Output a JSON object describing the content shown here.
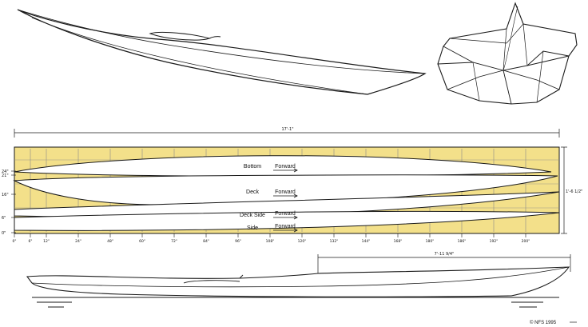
{
  "panel_labels": {
    "bottom": "Bottom",
    "deck": "Deck",
    "deck_side": "Deck Side",
    "side": "Side",
    "forward": "Forward"
  },
  "dimensions": {
    "overall_length": "17'-1\"",
    "overall_height": "1'-6 1/2\"",
    "station_length": "7'-11 9/4\""
  },
  "left_ticks": [
    "24\"",
    "21\"",
    "16\"",
    "6\"",
    "0\""
  ],
  "bottom_ticks": [
    "0\"",
    "6\"",
    "12\"",
    "24\"",
    "48\"",
    "60\"",
    "72\"",
    "84\"",
    "96\"",
    "108\"",
    "120\"",
    "132\"",
    "144\"",
    "168\"",
    "180\"",
    "186\"",
    "192\"",
    "200\""
  ],
  "copyright": "© NFS 1995",
  "colors": {
    "panel_fill": "#f3e08a",
    "line": "#1a1a1a",
    "grid": "#8a8a8a",
    "background": "#ffffff"
  }
}
